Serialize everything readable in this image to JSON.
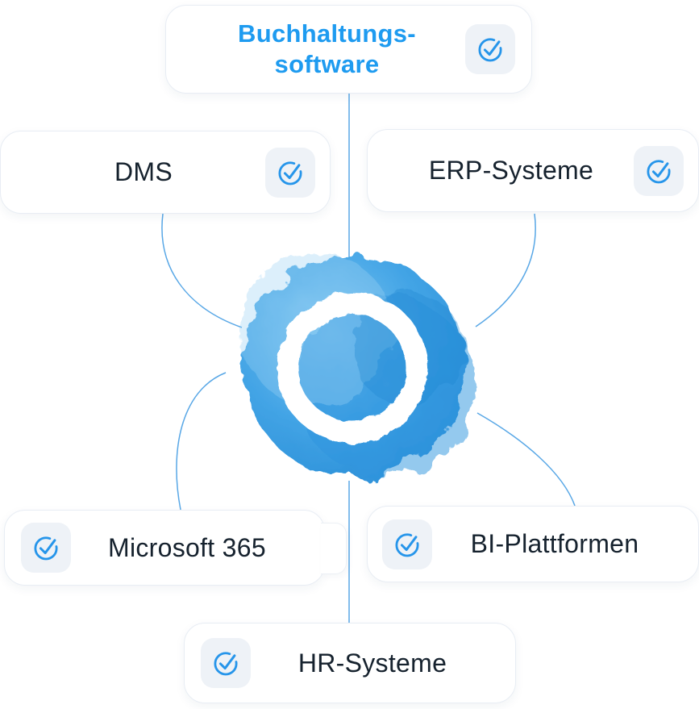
{
  "cards": {
    "accounting": {
      "line1": "Buchhaltungs-",
      "line2": "software",
      "highlighted": true
    },
    "dms": {
      "label": "DMS"
    },
    "erp": {
      "label": "ERP-Systeme"
    },
    "microsoft": {
      "label": "Microsoft 365"
    },
    "bi": {
      "label": "BI-Plattformen"
    },
    "hr": {
      "label": "HR-Systeme"
    }
  },
  "icons": {
    "card_icon": "check-circle-icon"
  },
  "colors": {
    "accent_text": "#1E9BF0",
    "label_text": "#16222E",
    "icon_stroke": "#2695EA",
    "icon_background": "#EEF2F7",
    "card_background": "#FFFFFF",
    "card_border": "#E8EDF4",
    "connector_line": "#58A7E6",
    "hub_blue_light": "#7EC6F1",
    "hub_blue_mid": "#44A5E6",
    "hub_blue_dark": "#2A8FD8",
    "hub_ring": "#FFFFFF"
  }
}
